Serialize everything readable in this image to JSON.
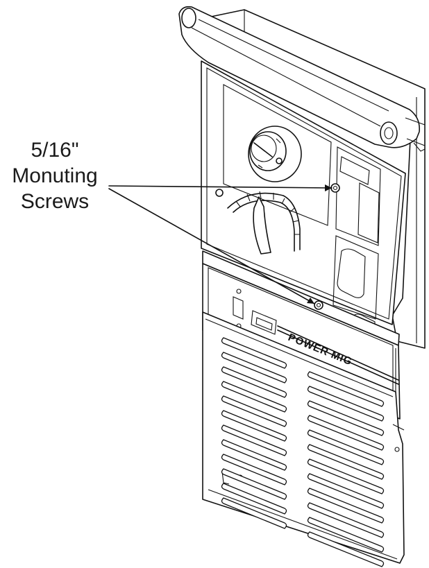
{
  "callout": {
    "line1": "5/16\"",
    "line2": "Monuting",
    "line3": "Screws"
  },
  "panel": {
    "brand_label": "POWER MIG"
  },
  "vent_columns": 2,
  "vent_slots_per_column": 12
}
